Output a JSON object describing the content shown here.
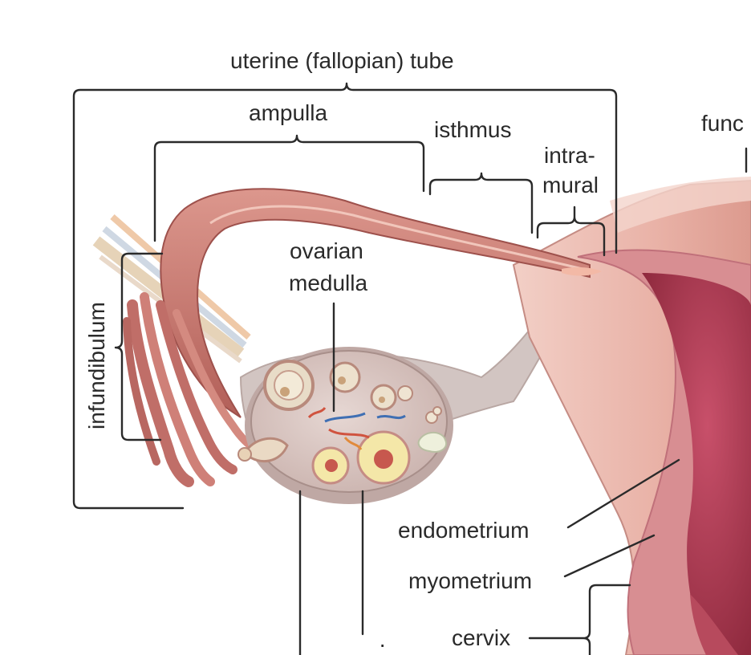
{
  "labels": {
    "uterine_tube": "uterine (fallopian) tube",
    "ampulla": "ampulla",
    "isthmus": "isthmus",
    "intramural_line1": "intra-",
    "intramural_line2": "mural",
    "fundus": "func",
    "infundibulum": "infundibulum",
    "ovarian_medulla_line1": "ovarian",
    "ovarian_medulla_line2": "medulla",
    "endometrium": "endometrium",
    "myometrium": "myometrium",
    "cervix": "cervix",
    "cropped_label_fragment": "·"
  },
  "colors": {
    "tube": "#c97a72",
    "uterus_wall": "#eab7ad",
    "endometrium": "#d9848a",
    "cavity": "#a8344a",
    "ovary": "#d9c6c2",
    "ligament": "#cbbdb9",
    "leader": "#2a2a2a"
  }
}
